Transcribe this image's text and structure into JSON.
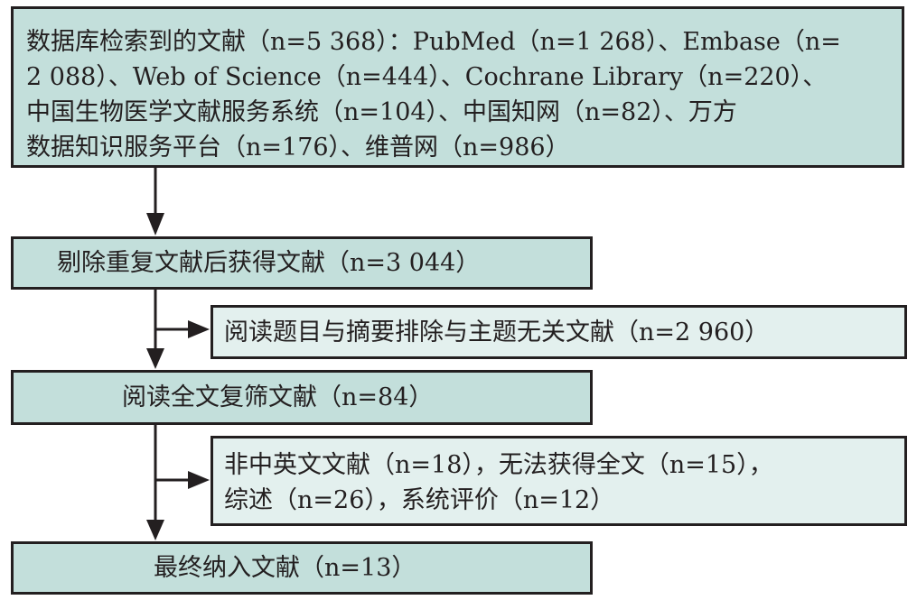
{
  "colors": {
    "main_box": "#c3dfdb",
    "side_box": "#e3f0ee",
    "stroke": "#231f20"
  },
  "boxes": {
    "identified": {
      "lines": [
        "数据库检索到的文献（n=5 368）：PubMed（n=1 268）、Embase（n=",
        "2 088）、Web of Science（n=444）、Cochrane Library（n=220）、",
        "中国生物医学文献服务系统（n=104）、中国知网（n=82）、万方",
        "数据知识服务平台（n=176）、维普网（n=986）"
      ]
    },
    "deduplicated": {
      "text": "剔除重复文献后获得文献（n=3 044）"
    },
    "excluded_title": {
      "text": "阅读题目与摘要排除与主题无关文献（n=2 960）"
    },
    "fulltext": {
      "text": "阅读全文复筛文献（n=84）"
    },
    "excluded_fulltext": {
      "lines": [
        "非中英文文献（n=18），无法获得全文（n=15），",
        "综述（n=26），系统评价（n=12）"
      ]
    },
    "included": {
      "text": "最终纳入文献（n=13）"
    }
  }
}
